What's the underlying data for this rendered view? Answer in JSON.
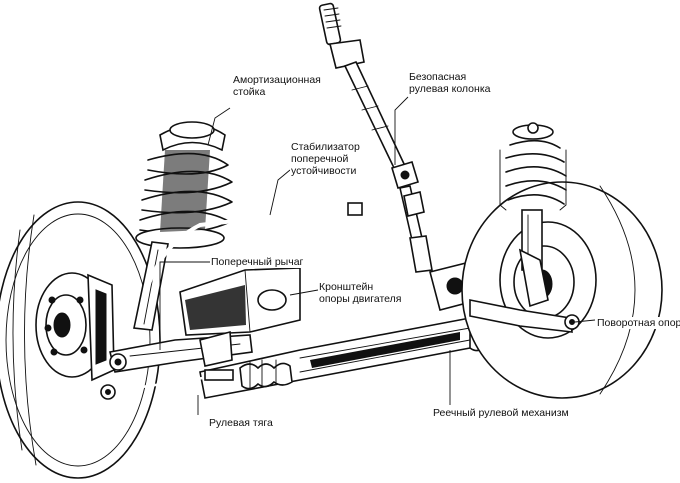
{
  "labels": {
    "strut": [
      "Амортизационная",
      "стойка"
    ],
    "steering_column": [
      "Безопасная",
      "рулевая колонка"
    ],
    "stabilizer": [
      "Стабилизатор",
      "поперечной",
      "устойчивости"
    ],
    "control_arm": [
      "Поперечный рычаг"
    ],
    "engine_mount": [
      "Кронштейн",
      "опоры двигателя"
    ],
    "steering_knuckle": [
      "Поворотная опора"
    ],
    "tie_rod": [
      "Рулевая тяга"
    ],
    "rack_mechanism": [
      "Реечный рулевой механизм"
    ]
  }
}
